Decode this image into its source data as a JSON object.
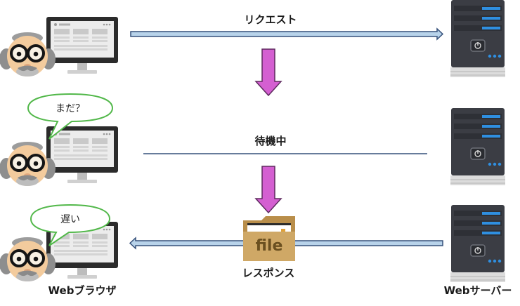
{
  "labels": {
    "request": "リクエスト",
    "waiting": "待機中",
    "response": "レスポンス",
    "browser": "Webブラウザ",
    "server": "Webサーバー"
  },
  "bubbles": {
    "first": "まだ？",
    "second": "遅い"
  },
  "file_icon_text": "file",
  "colors": {
    "arrow_fill": "#b8d3ea",
    "arrow_stroke": "#35507a",
    "down_arrow": "#d45fd1",
    "bubble_stroke": "#52b84a",
    "server_body": "#3b3d44",
    "server_accent": "#2f8fe0",
    "folder": "#cfa866"
  }
}
